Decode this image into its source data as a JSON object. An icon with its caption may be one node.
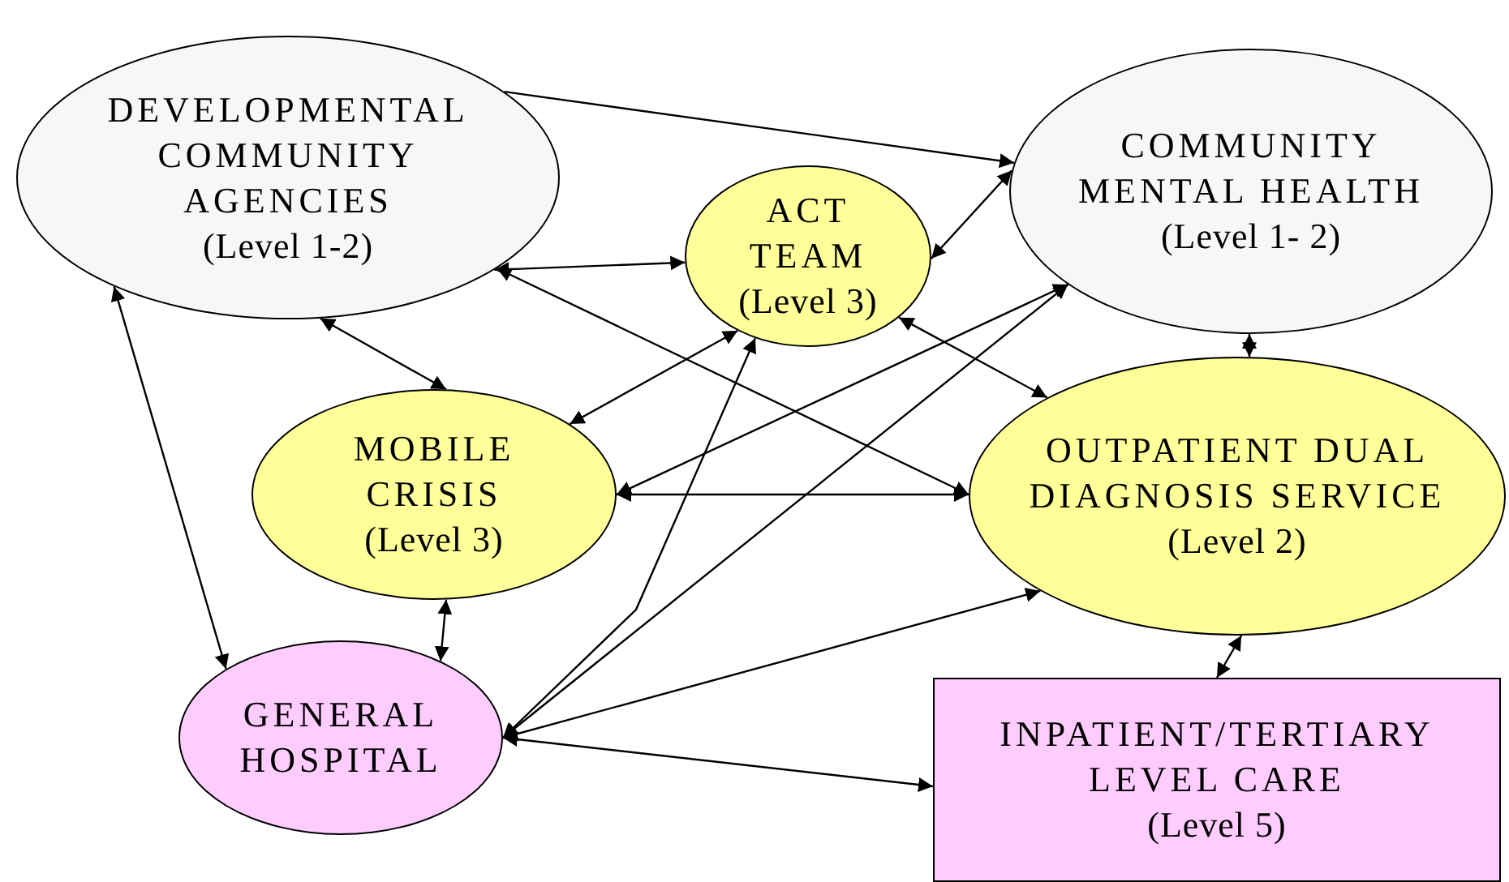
{
  "diagram": {
    "nodes": [
      {
        "text": [
          "DEVELOPMENTAL COMMUNITY AGENCIES",
          "(Level 1-2)"
        ]
      },
      {
        "text": [
          "ACT TEAM",
          "(Level 3)"
        ]
      },
      {
        "text": [
          "COMMUNITY MENTAL HEALTH",
          "(Level 1- 2)"
        ]
      },
      {
        "text": [
          "MOBILE CRISIS",
          "(Level 3)"
        ]
      },
      {
        "text": [
          "OUTPATIENT DUAL DIAGNOSIS SERVICE",
          "(Level 2)"
        ]
      },
      {
        "text": [
          "GENERAL HOSPITAL"
        ]
      },
      {
        "text": [
          "INPATIENT/TERTIARY LEVEL CARE",
          "(Level 5)"
        ]
      }
    ],
    "edges": [
      {
        "from": 0,
        "to": 2,
        "arrow": "to"
      },
      {
        "from": 0,
        "to": 1,
        "arrow": "both"
      },
      {
        "from": 1,
        "to": 2,
        "arrow": "both"
      },
      {
        "from": 0,
        "to": 3,
        "arrow": "both"
      },
      {
        "from": 0,
        "to": 5,
        "arrow": "both"
      },
      {
        "from": 0,
        "to": 4,
        "arrow": "both"
      },
      {
        "from": 1,
        "to": 3,
        "arrow": "both"
      },
      {
        "from": 1,
        "to": 4,
        "arrow": "both"
      },
      {
        "from": 2,
        "to": 4,
        "arrow": "both"
      },
      {
        "from": 3,
        "to": 2,
        "arrow": "both"
      },
      {
        "from": 3,
        "to": 4,
        "arrow": "both"
      },
      {
        "from": 3,
        "to": 5,
        "arrow": "both"
      },
      {
        "from": 5,
        "to": 1,
        "arrow": "both"
      },
      {
        "from": 5,
        "to": 2,
        "arrow": "both"
      },
      {
        "from": 5,
        "to": 4,
        "arrow": "both"
      },
      {
        "from": 5,
        "to": 6,
        "arrow": "both"
      },
      {
        "from": 4,
        "to": 6,
        "arrow": "both"
      }
    ]
  }
}
